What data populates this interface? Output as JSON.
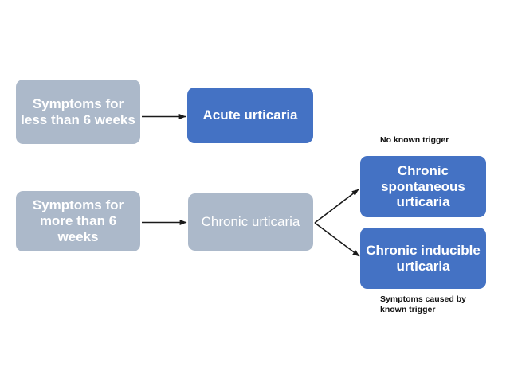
{
  "diagram": {
    "title_visible": false,
    "background_color": "#ffffff",
    "palette": {
      "grey_node": "#acb9ca",
      "blue_node": "#4472c4",
      "node_text": "#ffffff",
      "caption_text": "#111111",
      "connector": "#1a1a1a"
    },
    "nodes": [
      {
        "id": "symptoms-less",
        "label": "Symptoms for less than 6 weeks",
        "style": "grey"
      },
      {
        "id": "acute",
        "label": "Acute urticaria",
        "style": "blue"
      },
      {
        "id": "symptoms-more",
        "label": "Symptoms for more than 6 weeks",
        "style": "grey"
      },
      {
        "id": "chronic",
        "label": "Chronic urticaria",
        "style": "grey"
      },
      {
        "id": "chronic-spontaneous",
        "label": "Chronic spontaneous urticaria",
        "style": "blue"
      },
      {
        "id": "chronic-inducible",
        "label": "Chronic inducible urticaria",
        "style": "blue"
      }
    ],
    "captions": [
      {
        "id": "no-trigger",
        "text": "No known trigger"
      },
      {
        "id": "known-trigger",
        "text": "Symptoms caused by\nknown trigger"
      }
    ],
    "connectors": [
      {
        "id": "arrow-less-to-acute",
        "from": "symptoms-less",
        "to": "acute"
      },
      {
        "id": "arrow-more-to-chronic",
        "from": "symptoms-more",
        "to": "chronic"
      },
      {
        "id": "arrow-chronic-to-spontaneous",
        "from": "chronic",
        "to": "chronic-spontaneous"
      },
      {
        "id": "arrow-chronic-to-inducible",
        "from": "chronic",
        "to": "chronic-inducible"
      }
    ]
  }
}
